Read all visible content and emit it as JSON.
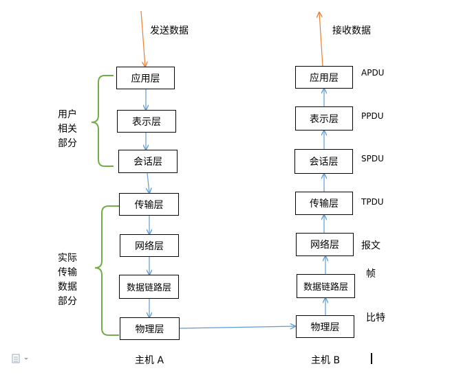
{
  "colors": {
    "box_border": "#000000",
    "arrow_blue": "#5b9bd5",
    "arrow_orange": "#ed7d31",
    "brace_green": "#70ad47",
    "text": "#000000"
  },
  "host_a": {
    "label": "主机 A",
    "input_label": "发送数据",
    "layers": [
      "应用层",
      "表示层",
      "会话层",
      "传输层",
      "网络层",
      "数据链路层",
      "物理层"
    ]
  },
  "host_b": {
    "label": "主机 B",
    "output_label": "接收数据",
    "layers": [
      "应用层",
      "表示层",
      "会话层",
      "传输层",
      "网络层",
      "数据链路层",
      "物理层"
    ],
    "pdus": [
      "APDU",
      "PPDU",
      "SPDU",
      "TPDU",
      "报文",
      "帧",
      "比特"
    ]
  },
  "groups": {
    "user_part": [
      "用户",
      "相关",
      "部分"
    ],
    "transport_part": [
      "实际",
      "传输",
      "数据",
      "部分"
    ]
  },
  "icons": {
    "document": "document-icon",
    "caret": "dropdown-caret-icon",
    "cursor": "text-cursor-icon"
  }
}
